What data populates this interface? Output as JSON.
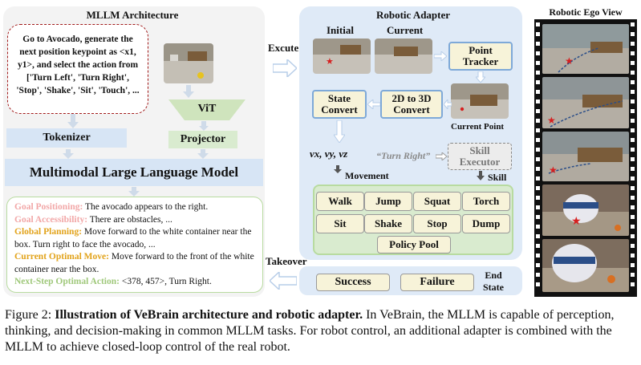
{
  "mllm": {
    "title": "MLLM Architecture",
    "prompt": "Go to Avocado, generate the next position keypoint as <x1, y1>, and select the action from ['Turn Left', 'Turn Right', 'Stop', 'Shake', 'Sit', 'Touch', ...",
    "vit": "ViT",
    "tokenizer": "Tokenizer",
    "projector": "Projector",
    "llm": "Multimodal Large Language Model",
    "reasoning": [
      {
        "label": "Goal Positioning:",
        "text": " The avocado appears to the right.",
        "color": "#f2a7a7"
      },
      {
        "label": "Goal Accessibility:",
        "text": " There are obstacles,  ...",
        "color": "#f2a7a7"
      },
      {
        "label": "Global Planning:",
        "text": " Move forward to  the white container near the box. Turn right to face the avocado, ...",
        "color": "#e2a31b"
      },
      {
        "label": "Current Optimal Move:",
        "text": " Move forward to the front of the white container near the box.",
        "color": "#e2a31b"
      },
      {
        "label": "Next-Step Optimal Action:",
        "text": " <378, 457>, Turn Right.",
        "color": "#9fc87a"
      }
    ]
  },
  "flow": {
    "excute": "Excute",
    "takeover": "Takeover"
  },
  "adapter": {
    "title": "Robotic Adapter",
    "initial": "Initial",
    "current": "Current",
    "point_tracker": "Point Tracker",
    "state_convert": "State Convert",
    "convert_2d3d": "2D to 3D Convert",
    "current_point": "Current Point",
    "velocity": "vx, vy, vz",
    "turn_right": "“Turn Right”",
    "skill_executor": "Skill Executor",
    "movement": "Movement",
    "skill": "Skill",
    "policy_pool_label": "Policy Pool",
    "policies": [
      "Walk",
      "Jump",
      "Squat",
      "Torch",
      "Sit",
      "Shake",
      "Stop",
      "Dump"
    ],
    "success": "Success",
    "failure": "Failure",
    "end_state": "End State"
  },
  "ego": {
    "title": "Robotic Ego View"
  },
  "caption": {
    "prefix": "Figure 2: ",
    "bold": "Illustration of VeBrain architecture and robotic adapter.",
    "rest": " In VeBrain, the MLLM is capable of perception, thinking, and decision-making in common MLLM tasks. For robot control, an additional adapter is combined with the MLLM to achieve closed-loop control of the real robot."
  },
  "colors": {
    "panel_bg": "#f3f3f3",
    "adapter_bg": "#dfeaf7",
    "box_blue": "#d7e5f5",
    "box_green": "#d9ebcf",
    "prompt_border": "#a01818",
    "arrow": "#b7cde8"
  }
}
